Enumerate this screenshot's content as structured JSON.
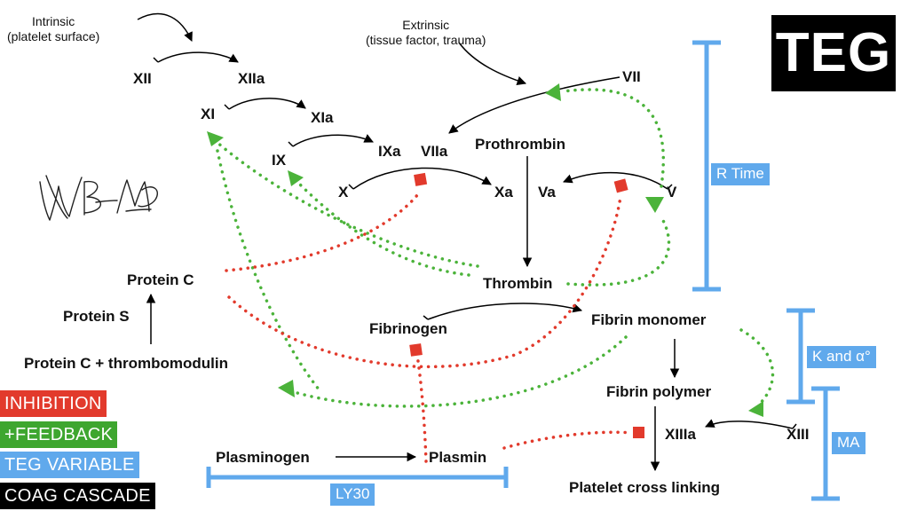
{
  "title": "TEG",
  "sources": {
    "intrinsic": [
      "Intrinsic",
      "(platelet surface)"
    ],
    "extrinsic": [
      "Extrinsic",
      "(tissue factor, trauma)"
    ]
  },
  "factors": {
    "xii": "XII",
    "xiia": "XIIa",
    "xi": "XI",
    "xia": "XIa",
    "ix": "IX",
    "ixa": "IXa",
    "viia": "VIIa",
    "vii": "VII",
    "x": "X",
    "xa": "Xa",
    "va": "Va",
    "v": "V",
    "prothrombin": "Prothrombin",
    "thrombin": "Thrombin",
    "fibrinogen": "Fibrinogen",
    "fibrin_monomer": "Fibrin monomer",
    "fibrin_polymer": "Fibrin polymer",
    "xiiia": "XIIIa",
    "xiii": "XIII",
    "platelet_cross_linking": "Platelet cross linking",
    "plasminogen": "Plasminogen",
    "plasmin": "Plasmin",
    "protein_c": "Protein C",
    "protein_s": "Protein S",
    "protein_c_thrombomodulin": "Protein C + thrombomodulin"
  },
  "teg_variables": {
    "r_time": "R Time",
    "k_alpha": "K and α°",
    "ma": "MA",
    "ly30": "LY30"
  },
  "legend": [
    {
      "label": "INHIBITION",
      "color": "#e23a2c"
    },
    {
      "label": "+FEEDBACK",
      "color": "#3ea62f"
    },
    {
      "label": "TEG VARIABLE",
      "color": "#60a9ec"
    },
    {
      "label": "COAG CASCADE",
      "color": "#000000"
    }
  ],
  "colors": {
    "inhibition": "#e23a2c",
    "feedback": "#4bb33a",
    "teg_variable": "#60a9ec",
    "cascade": "#000000"
  }
}
